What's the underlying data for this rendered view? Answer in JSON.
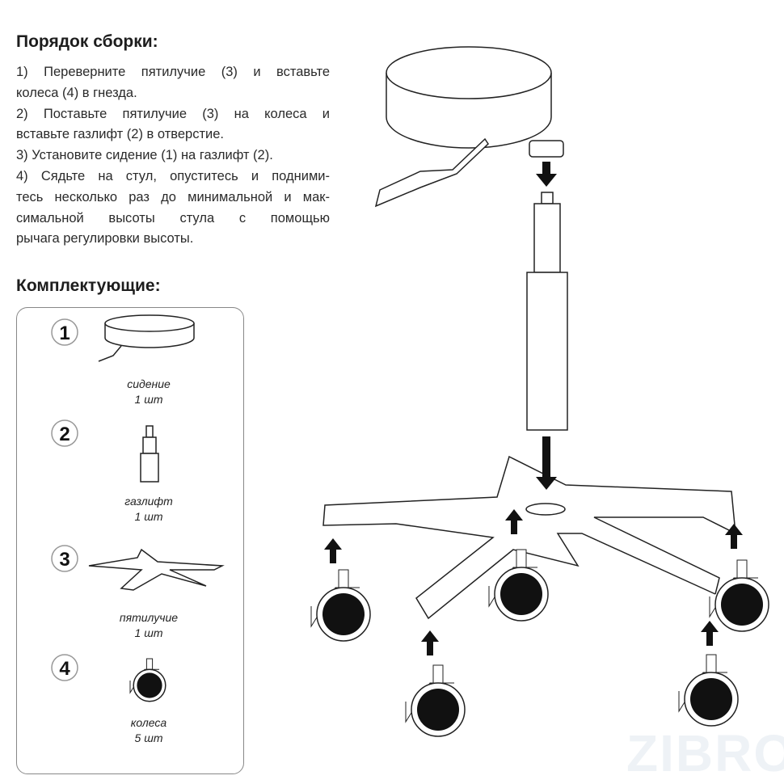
{
  "assembly": {
    "title": "Порядок сборки:",
    "lines": [
      "1) Переверните пятилучие (3) и вставьте",
      "колеса (4) в гнезда.",
      "2) Поставьте пятилучие (3) на колеса и",
      "вставьте газлифт (2) в отверстие.",
      "3) Установите сидение (1) на газлифт (2).",
      "4) Сядьте на стул, опуститесь и подними-",
      "тесь несколько раз до минимальной и мак-",
      "симальной высоты стула с помощью",
      "рычага регулировки высоты."
    ]
  },
  "components": {
    "title": "Комплектующие:",
    "items": [
      {
        "number": "1",
        "name": "сидение",
        "qty": "1 шт"
      },
      {
        "number": "2",
        "name": "газлифт",
        "qty": "1 шт"
      },
      {
        "number": "3",
        "name": "пятилучие",
        "qty": "1 шт"
      },
      {
        "number": "4",
        "name": "колеса",
        "qty": "5 шт"
      }
    ]
  },
  "watermark": "ZIBRO"
}
